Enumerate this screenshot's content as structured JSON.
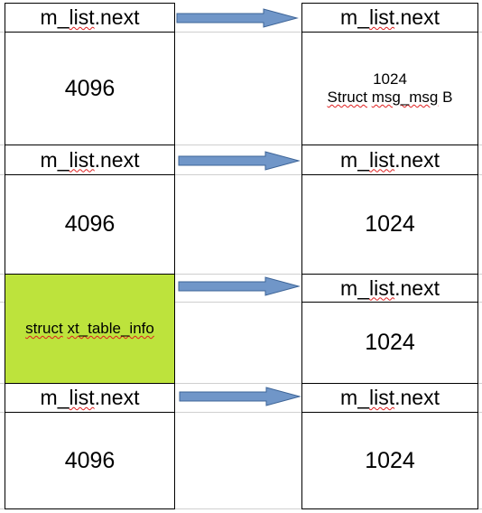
{
  "colors": {
    "arrow_fill": "#7096c8",
    "arrow_stroke": "#3d6497",
    "highlight": "#bde33c",
    "spell_underline": "#e02020"
  },
  "left": [
    {
      "header_m": "m",
      "header_sq": "list",
      "header_tail": ".next",
      "body": "4096"
    },
    {
      "header_m": "m",
      "header_sq": "list",
      "header_tail": ".next",
      "body": "4096"
    },
    {
      "label_a": "struct",
      "label_b": "xt_table_info"
    },
    {
      "header_m": "m",
      "header_sq": "list",
      "header_tail": ".next",
      "body": "4096"
    }
  ],
  "right": [
    {
      "header_m": "m",
      "header_sq": "list",
      "header_tail": ".next",
      "line1": "1024",
      "line2_a": "Struct",
      "line2_b": "msg_msg",
      "line2_c": "B"
    },
    {
      "header_m": "m",
      "header_sq": "list",
      "header_tail": ".next",
      "body": "1024"
    },
    {
      "header_m": "m",
      "header_sq": "list",
      "header_tail": ".next",
      "body": "1024"
    },
    {
      "header_m": "m",
      "header_sq": "list",
      "header_tail": ".next",
      "body": "1024"
    }
  ]
}
